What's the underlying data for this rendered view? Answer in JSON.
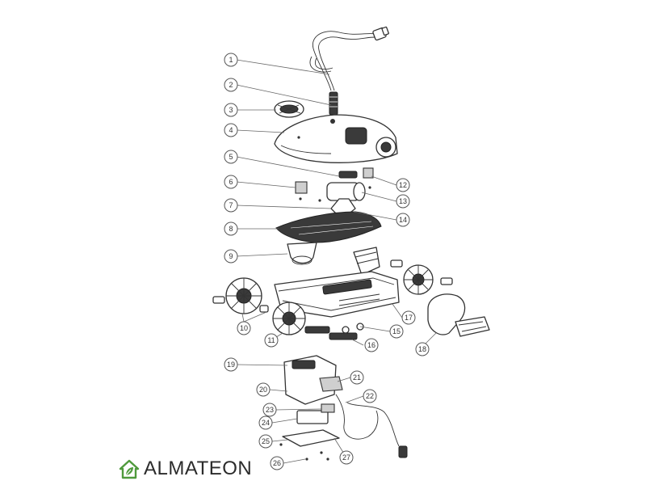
{
  "brand": {
    "name": "ALMATEON",
    "icon": "house-leaf-icon",
    "accent_color": "#4f9a3c"
  },
  "callouts": [
    "1",
    "2",
    "3",
    "4",
    "5",
    "6",
    "7",
    "8",
    "9",
    "10",
    "11",
    "12",
    "13",
    "14",
    "15",
    "16",
    "17",
    "18",
    "19",
    "20",
    "21",
    "22",
    "23",
    "24",
    "25",
    "26",
    "27"
  ]
}
